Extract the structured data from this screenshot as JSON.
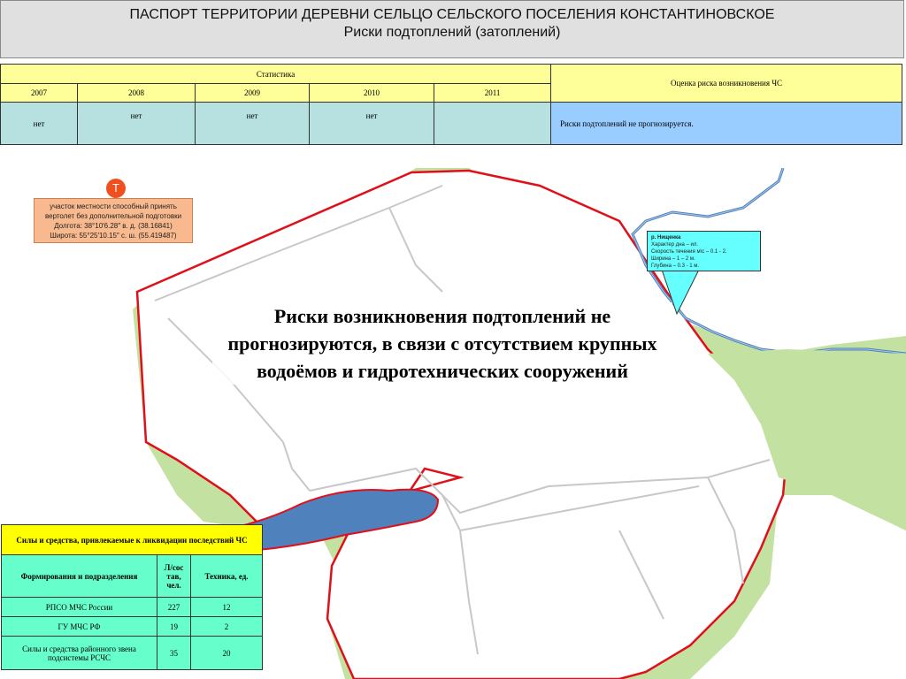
{
  "header": {
    "title": "ПАСПОРТ ТЕРРИТОРИИ ДЕРЕВНИ СЕЛЬЦО СЕЛЬСКОГО ПОСЕЛЕНИЯ КОНСТАНТИНОВСКОЕ",
    "subtitle": "Риски подтоплений (затоплений)"
  },
  "stats": {
    "heading": "Статистика",
    "risk_heading": "Оценка риска возникновения ЧС",
    "years": [
      "2007",
      "2008",
      "2009",
      "2010",
      "2011"
    ],
    "values": [
      "нет",
      "нет",
      "нет",
      "нет",
      ""
    ],
    "risk_value": "Риски подтоплений не прогнозируется."
  },
  "map": {
    "helipad_icon": "Т",
    "helipad_text": [
      "участок местности способный принять",
      "вертолет без дополнительной подготовки",
      "Долгота: 38°10′6.28″ в. д. (38.16841)",
      "Широта: 55°25′10.15″ с. ш. (55.419487)"
    ],
    "river": {
      "name": "р. Нищенка",
      "lines": [
        "Характер дна – ил.",
        "Скорость течения м\\с – 0.1 - 2.",
        "Ширина – 1 – 2 м.",
        "Глубина – 0.3 - 1 м."
      ]
    },
    "message": "Риски возникновения подтоплений не прогнозируются, в связи с отсутствием крупных водоёмов и гидротехнических сооружений",
    "house_glyph": "",
    "colors": {
      "grass": "#c3e1a0",
      "water": "#4f81bd",
      "border": "#e0101a",
      "road": "#c8c8c8"
    }
  },
  "forces": {
    "title": "Силы и средства, привлекаемые к ликвидации последствий ЧС",
    "col_units": "Формирования и подразделения",
    "col_people": "Л/сос тав, чел.",
    "col_tech": "Техника, ед.",
    "rows": [
      {
        "name": "РПСО МЧС России",
        "people": "227",
        "tech": "12"
      },
      {
        "name": "ГУ МЧС РФ",
        "people": "19",
        "tech": "2"
      },
      {
        "name": "Силы и средства районного звена подсистемы РСЧС",
        "people": "35",
        "tech": "20"
      }
    ]
  }
}
